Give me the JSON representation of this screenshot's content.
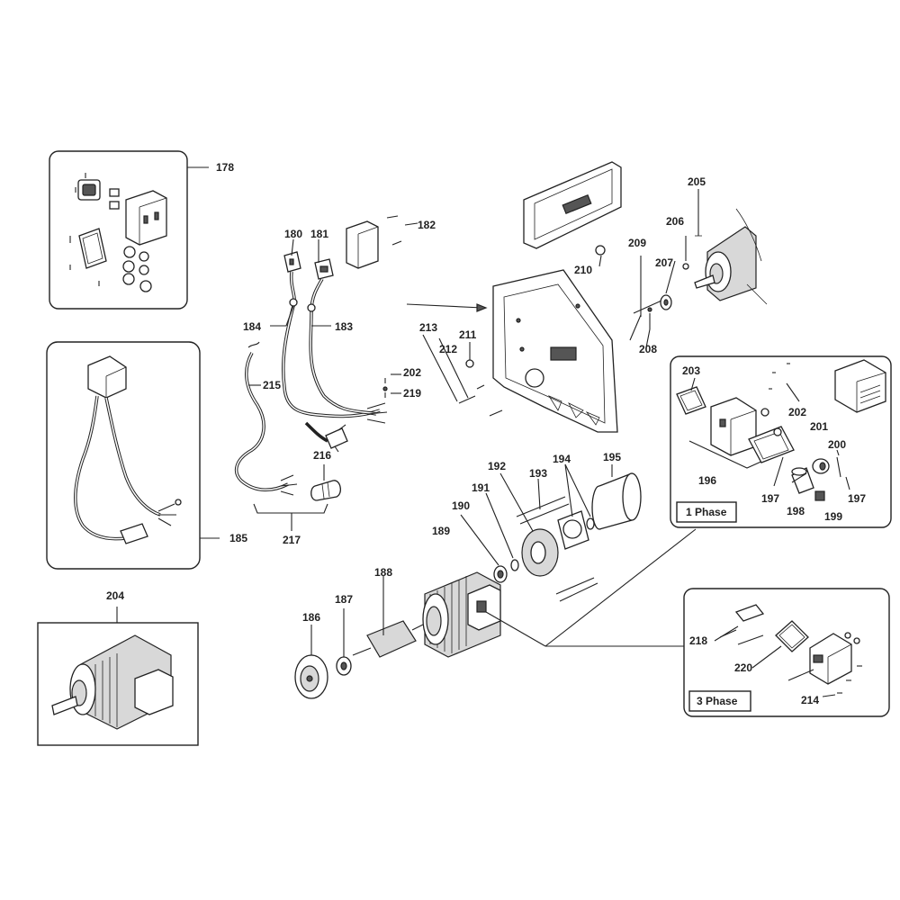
{
  "diagram": {
    "part_labels": {
      "p178": "178",
      "p180": "180",
      "p181": "181",
      "p182": "182",
      "p183": "183",
      "p184": "184",
      "p185": "185",
      "p186": "186",
      "p187": "187",
      "p188": "188",
      "p189": "189",
      "p190": "190",
      "p191": "191",
      "p192": "192",
      "p193": "193",
      "p194": "194",
      "p195": "195",
      "p196": "196",
      "p197a": "197",
      "p197b": "197",
      "p198": "198",
      "p199": "199",
      "p200": "200",
      "p201": "201",
      "p202a": "202",
      "p202b": "202",
      "p203": "203",
      "p204": "204",
      "p205": "205",
      "p206": "206",
      "p207": "207",
      "p208": "208",
      "p209": "209",
      "p210": "210",
      "p211": "211",
      "p212": "212",
      "p213": "213",
      "p214": "214",
      "p215": "215",
      "p216": "216",
      "p217": "217",
      "p218": "218",
      "p219": "219",
      "p220": "220"
    },
    "phase_labels": {
      "one_phase": "1 Phase",
      "three_phase": "3 Phase"
    }
  }
}
